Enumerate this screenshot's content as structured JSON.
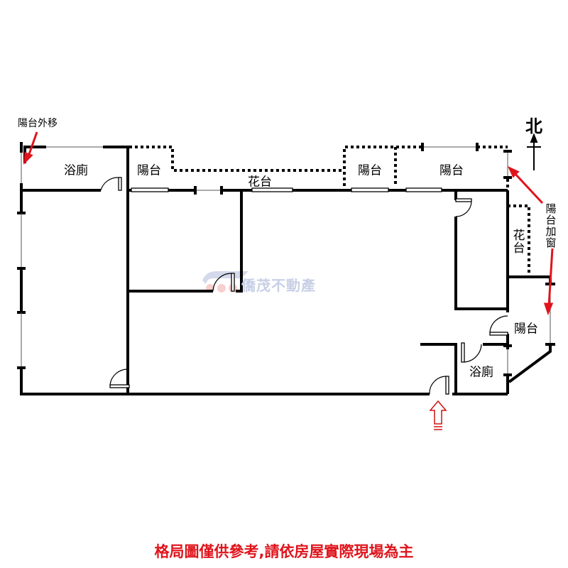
{
  "labels": {
    "balcony_moved_out": "陽台外移",
    "bathroom_top_left": "浴廁",
    "balcony_1": "陽台",
    "planter_top": "花台",
    "balcony_2": "陽台",
    "balcony_3": "陽台",
    "balcony_add_window": "陽台加窗",
    "planter_right": "花台",
    "balcony_right": "陽台",
    "bathroom_right": "浴廁",
    "north": "北"
  },
  "watermark": "僑茂不動產",
  "disclaimer": "格局圖僅供參考,請依房屋實際現場為主",
  "colors": {
    "wall": "#000000",
    "annotation": "#e0141c",
    "watermark": "#c8d0e6"
  }
}
